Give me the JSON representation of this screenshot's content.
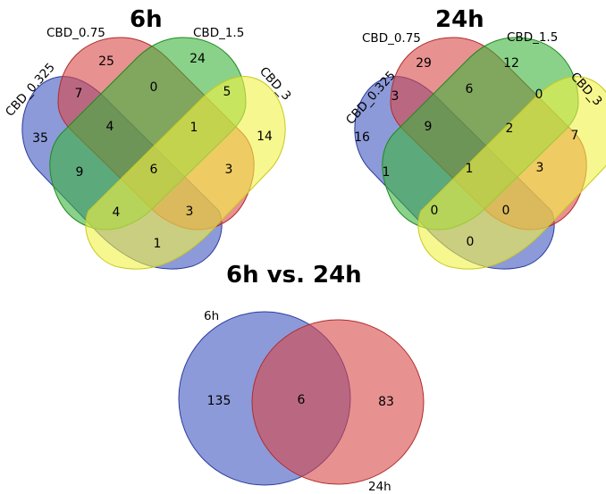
{
  "figure": {
    "colors": {
      "blue": "#3f56bf",
      "red": "#d84848",
      "green": "#3cb43c",
      "yellow": "#f2f244",
      "blue_stroke": "#2c3c9c",
      "red_stroke": "#b02c2c",
      "green_stroke": "#1f8a1f",
      "yellow_stroke": "#c8c820"
    },
    "venn_6h": {
      "title": "6h",
      "sets": [
        "CBD_0.325",
        "CBD_0.75",
        "CBD_1.5",
        "CBD_3"
      ],
      "regions": {
        "a": "35",
        "b": "25",
        "c": "24",
        "d": "14",
        "ab": "7",
        "bc": "0",
        "cd": "5",
        "abc": "4",
        "bcd": "1",
        "ac": "9",
        "abcd": "6",
        "bd": "3",
        "acd": "4",
        "abd": "3",
        "ad": "1"
      }
    },
    "venn_24h": {
      "title": "24h",
      "sets": [
        "CBD_0.325",
        "CBD_0.75",
        "CBD_1.5",
        "CBD_3"
      ],
      "regions": {
        "a": "16",
        "b": "29",
        "c": "12",
        "d": "7",
        "ab": "3",
        "bc": "6",
        "cd": "0",
        "abc": "9",
        "bcd": "2",
        "ac": "1",
        "abcd": "1",
        "bd": "3",
        "acd": "0",
        "abd": "0",
        "ad": "0"
      }
    },
    "venn_compare": {
      "title": "6h vs. 24h",
      "set_left": "6h",
      "set_right": "24h",
      "left_only": "135",
      "both": "6",
      "right_only": "83"
    }
  }
}
